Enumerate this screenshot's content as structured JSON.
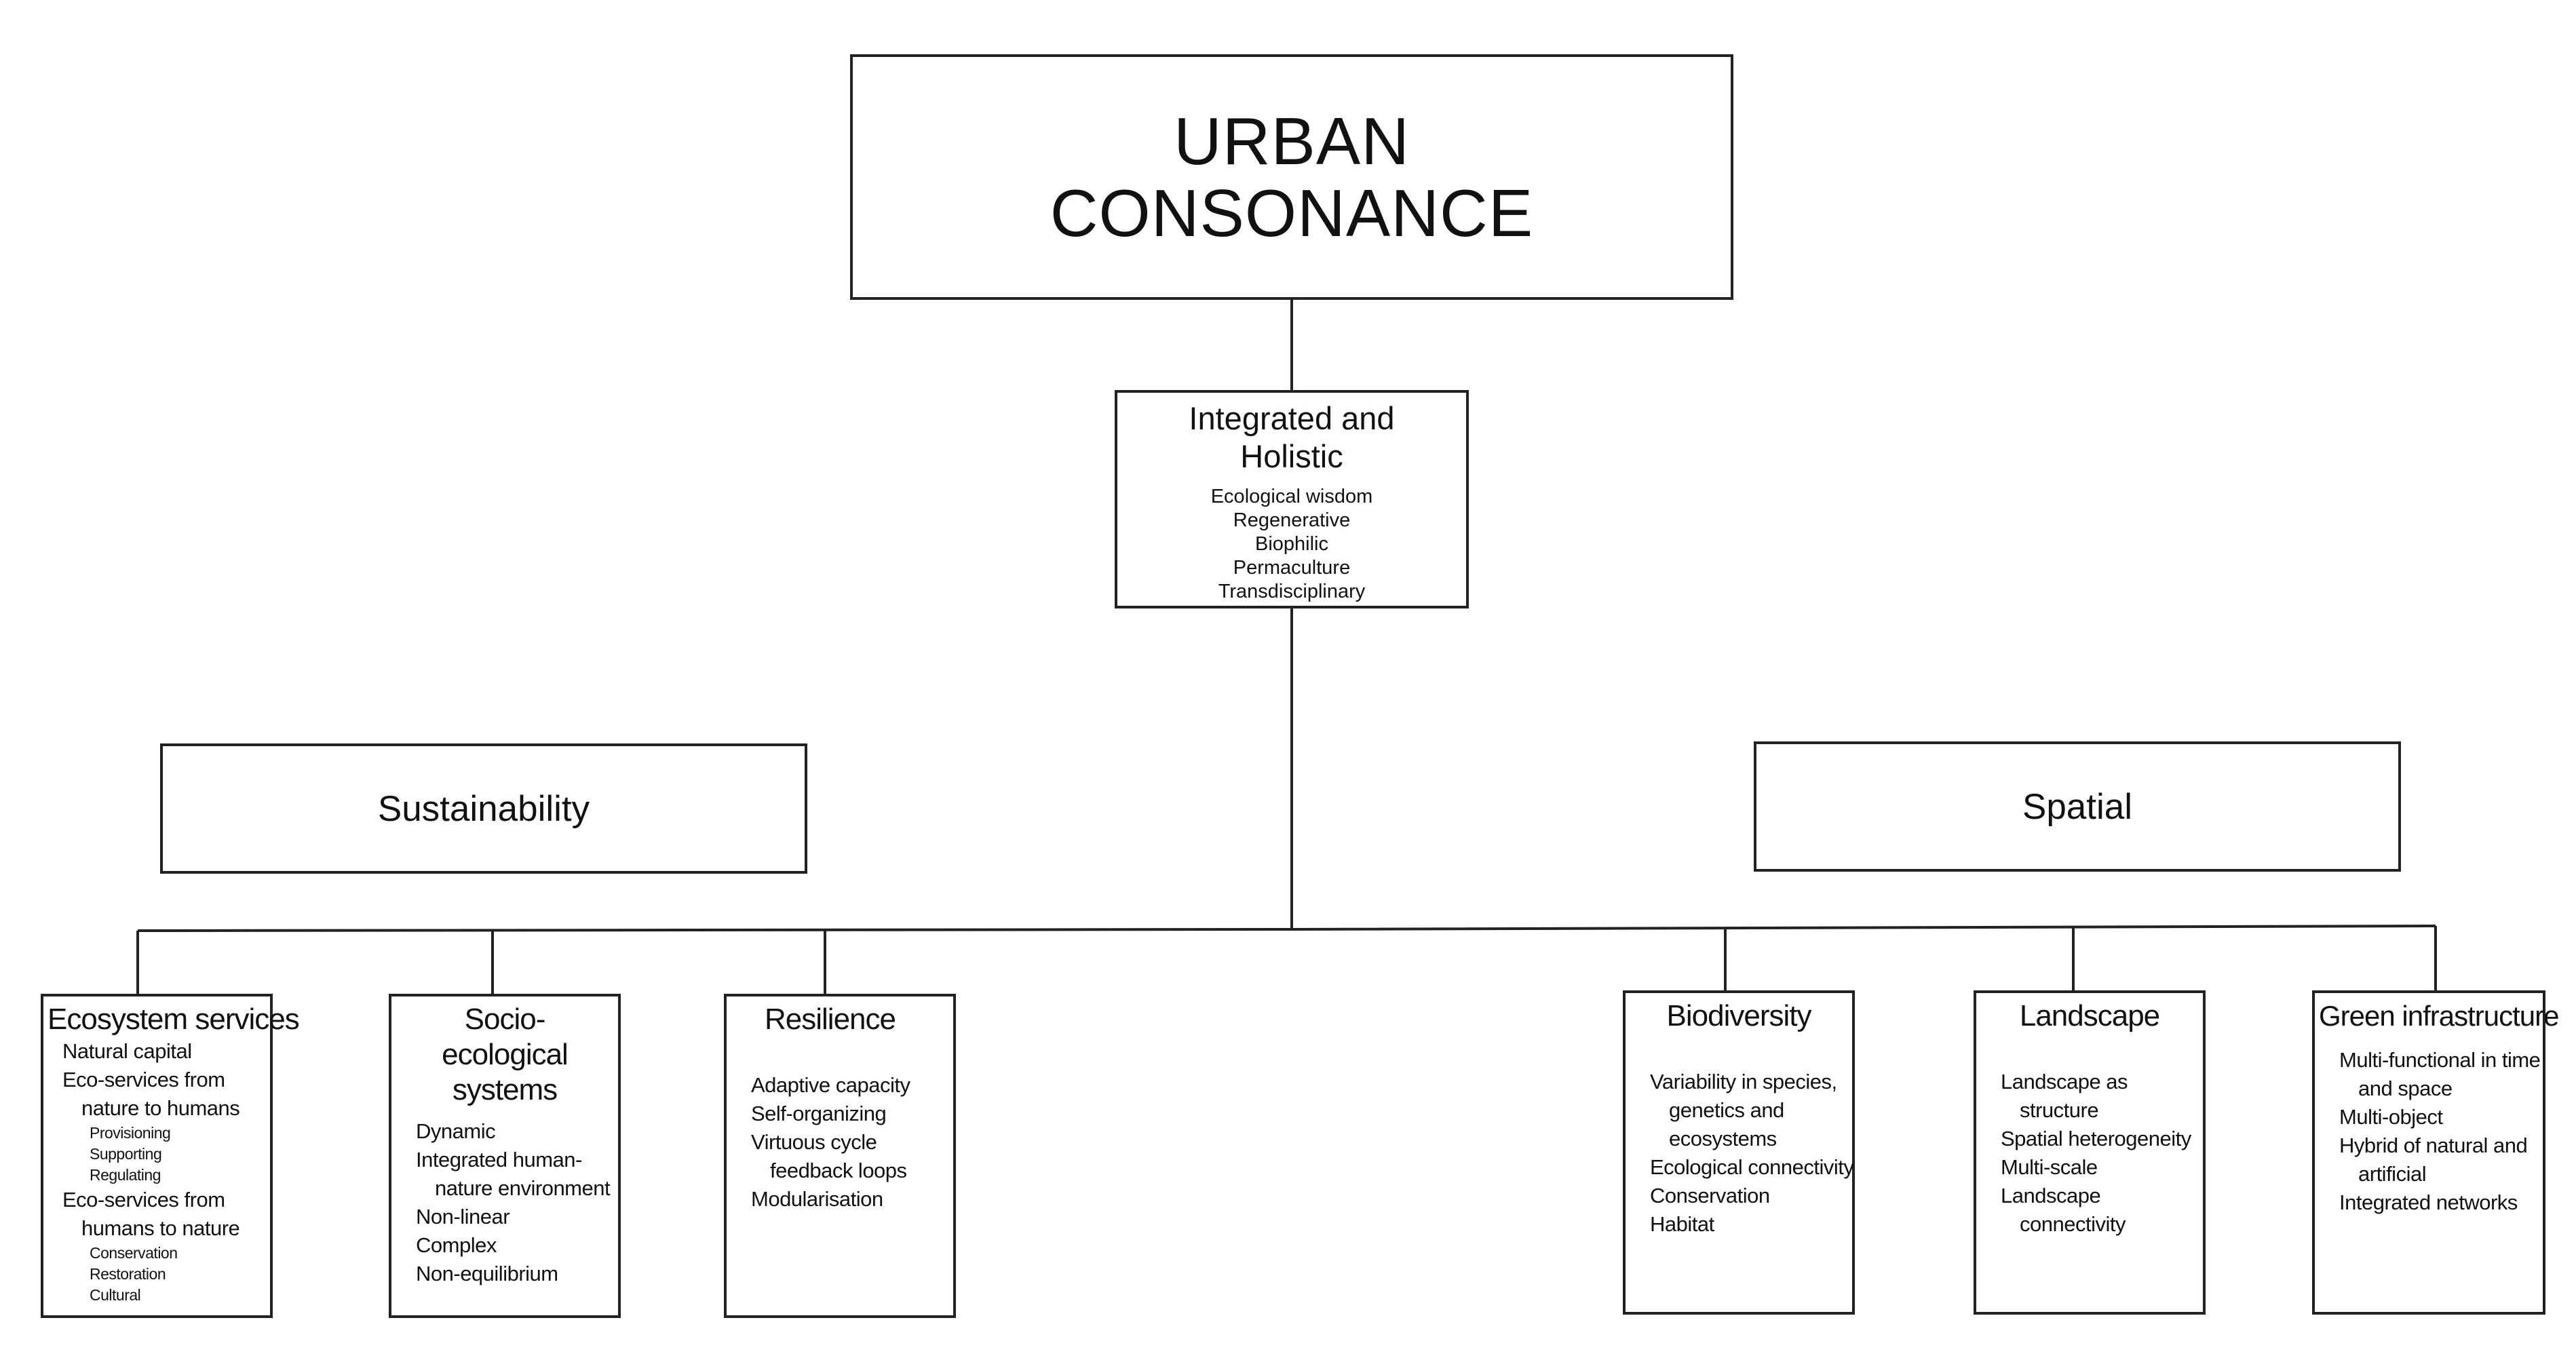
{
  "diagram": {
    "title": "URBAN CONSONANCE",
    "hub": {
      "heading": "Integrated and Holistic",
      "items": [
        "Ecological wisdom",
        "Regenerative",
        "Biophilic",
        "Permaculture",
        "Transdisciplinary"
      ]
    },
    "categories": {
      "left": "Sustainability",
      "right": "Spatial"
    },
    "leaves": [
      {
        "heading": "Ecosystem services",
        "items": [
          {
            "text": "Natural capital",
            "level": 1
          },
          {
            "text": "Eco-services from",
            "level": 1
          },
          {
            "text": "nature to humans",
            "level": 2
          },
          {
            "text": "Provisioning",
            "level": 3
          },
          {
            "text": "Supporting",
            "level": 3
          },
          {
            "text": "Regulating",
            "level": 3
          },
          {
            "text": "Eco-services from",
            "level": 1
          },
          {
            "text": "humans to nature",
            "level": 2
          },
          {
            "text": "Conservation",
            "level": 3
          },
          {
            "text": "Restoration",
            "level": 3
          },
          {
            "text": "Cultural",
            "level": 3
          }
        ]
      },
      {
        "heading": "Socio-ecological systems",
        "items": [
          {
            "text": "Dynamic",
            "level": 1
          },
          {
            "text": "Integrated human-",
            "level": 1
          },
          {
            "text": "nature environment",
            "level": 2
          },
          {
            "text": "Non-linear",
            "level": 1
          },
          {
            "text": "Complex",
            "level": 1
          },
          {
            "text": "Non-equilibrium",
            "level": 1
          }
        ]
      },
      {
        "heading": "Resilience",
        "items": [
          {
            "text": "Adaptive capacity",
            "level": 1
          },
          {
            "text": "Self-organizing",
            "level": 1
          },
          {
            "text": "Virtuous cycle",
            "level": 1
          },
          {
            "text": "feedback loops",
            "level": 2
          },
          {
            "text": "Modularisation",
            "level": 1
          }
        ]
      },
      {
        "heading": "Biodiversity",
        "items": [
          {
            "text": "Variability in species,",
            "level": 1
          },
          {
            "text": "genetics and",
            "level": 2
          },
          {
            "text": "ecosystems",
            "level": 2
          },
          {
            "text": "Ecological connectivity",
            "level": 1
          },
          {
            "text": "Conservation",
            "level": 1
          },
          {
            "text": "Habitat",
            "level": 1
          }
        ]
      },
      {
        "heading": "Landscape",
        "items": [
          {
            "text": "Landscape as",
            "level": 1
          },
          {
            "text": "structure",
            "level": 2
          },
          {
            "text": "Spatial heterogeneity",
            "level": 1
          },
          {
            "text": "Multi-scale",
            "level": 1
          },
          {
            "text": "Landscape",
            "level": 1
          },
          {
            "text": "connectivity",
            "level": 2
          }
        ]
      },
      {
        "heading": "Green infrastructure",
        "items": [
          {
            "text": "Multi-functional in time",
            "level": 1
          },
          {
            "text": "and space",
            "level": 2
          },
          {
            "text": "Multi-object",
            "level": 1
          },
          {
            "text": "Hybrid of natural and",
            "level": 1
          },
          {
            "text": "artificial",
            "level": 2
          },
          {
            "text": "Integrated networks",
            "level": 1
          }
        ]
      }
    ]
  }
}
